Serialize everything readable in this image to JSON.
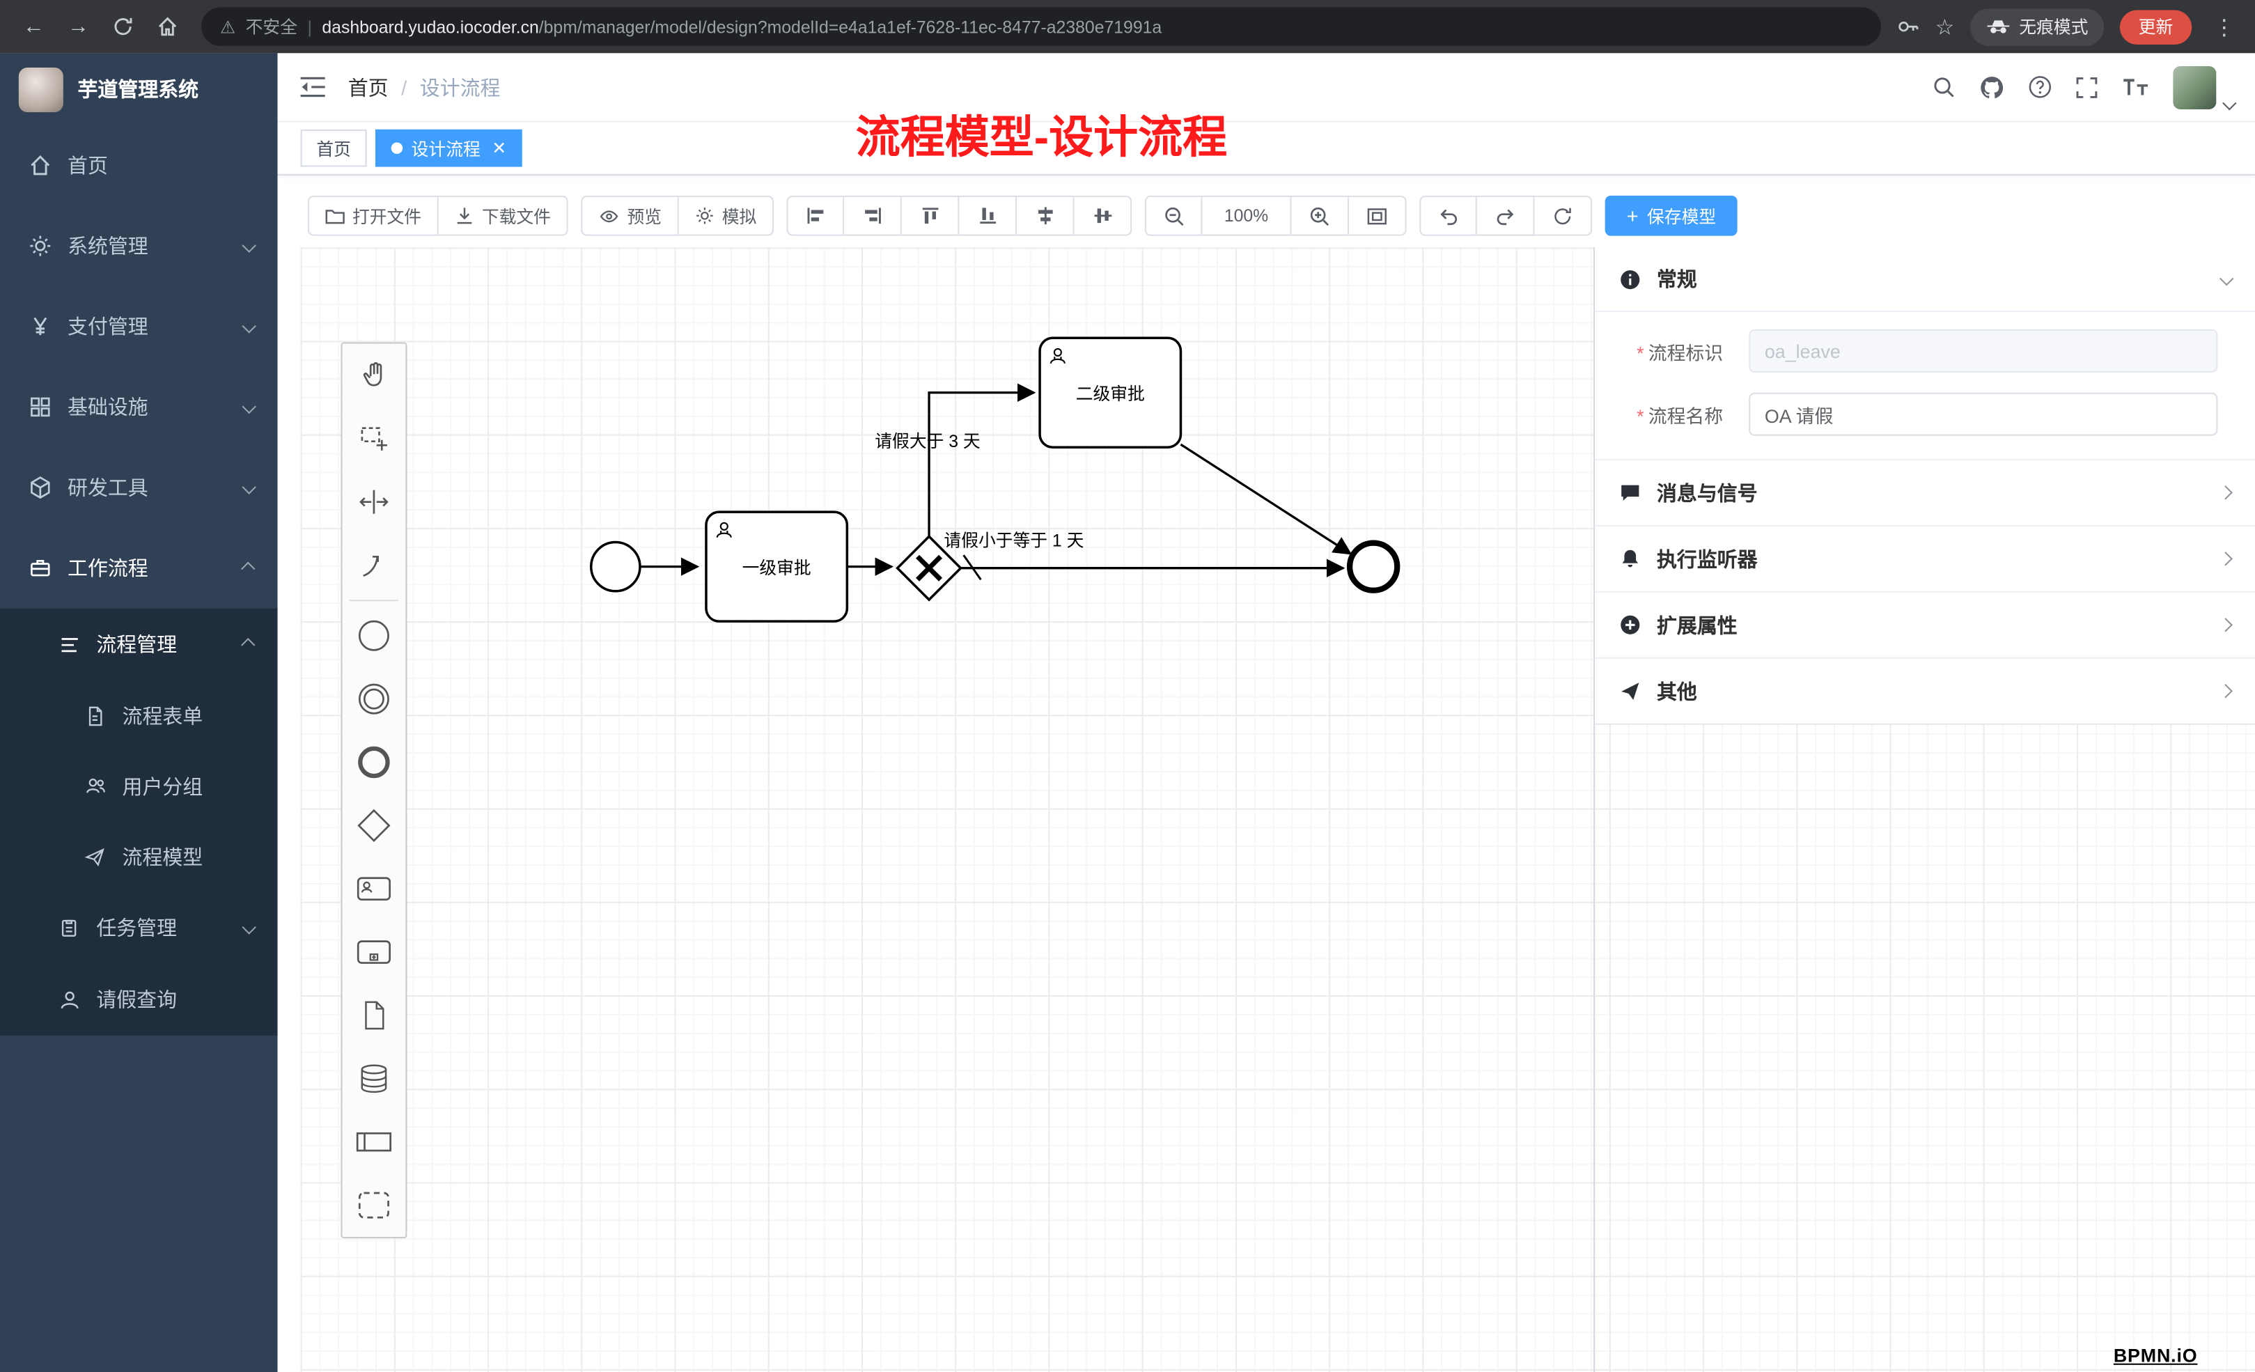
{
  "browser": {
    "security": "不安全",
    "url_domain": "dashboard.yudao.iocoder.cn",
    "url_path": "/bpm/manager/model/design?modelId=e4a1a1ef-7628-11ec-8477-a2380e71991a",
    "incognito": "无痕模式",
    "update": "更新"
  },
  "sidebar": {
    "title": "芋道管理系统",
    "items": [
      {
        "label": "首页"
      },
      {
        "label": "系统管理"
      },
      {
        "label": "支付管理"
      },
      {
        "label": "基础设施"
      },
      {
        "label": "研发工具"
      },
      {
        "label": "工作流程"
      },
      {
        "label": "流程管理"
      },
      {
        "label": "流程表单"
      },
      {
        "label": "用户分组"
      },
      {
        "label": "流程模型"
      },
      {
        "label": "任务管理"
      },
      {
        "label": "请假查询"
      }
    ]
  },
  "header": {
    "breadcrumb_home": "首页",
    "breadcrumb_sep": "/",
    "breadcrumb_current": "设计流程",
    "annotation": "流程模型-设计流程"
  },
  "tabs": [
    {
      "label": "首页"
    },
    {
      "label": "设计流程"
    }
  ],
  "toolbar": {
    "open": "打开文件",
    "download": "下载文件",
    "preview": "预览",
    "simulate": "模拟",
    "zoom": "100%",
    "save": "保存模型"
  },
  "diagram": {
    "task_level1": "一级审批",
    "task_level2": "二级审批",
    "cond_gt3": "请假大于 3 天",
    "cond_le1": "请假小于等于 1 天"
  },
  "panel": {
    "general": "常规",
    "key_label": "流程标识",
    "key_value": "oa_leave",
    "name_label": "流程名称",
    "name_value": "OA 请假",
    "message": "消息与信号",
    "listener": "执行监听器",
    "ext": "扩展属性",
    "other": "其他"
  },
  "watermark": "BPMN.iO"
}
